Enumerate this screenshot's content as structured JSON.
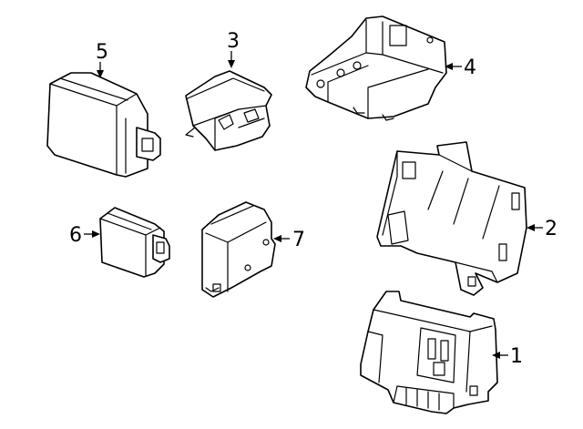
{
  "diagram": {
    "callouts": [
      {
        "id": "1",
        "text": "1"
      },
      {
        "id": "2",
        "text": "2"
      },
      {
        "id": "3",
        "text": "3"
      },
      {
        "id": "4",
        "text": "4"
      },
      {
        "id": "5",
        "text": "5"
      },
      {
        "id": "6",
        "text": "6"
      },
      {
        "id": "7",
        "text": "7"
      }
    ]
  }
}
